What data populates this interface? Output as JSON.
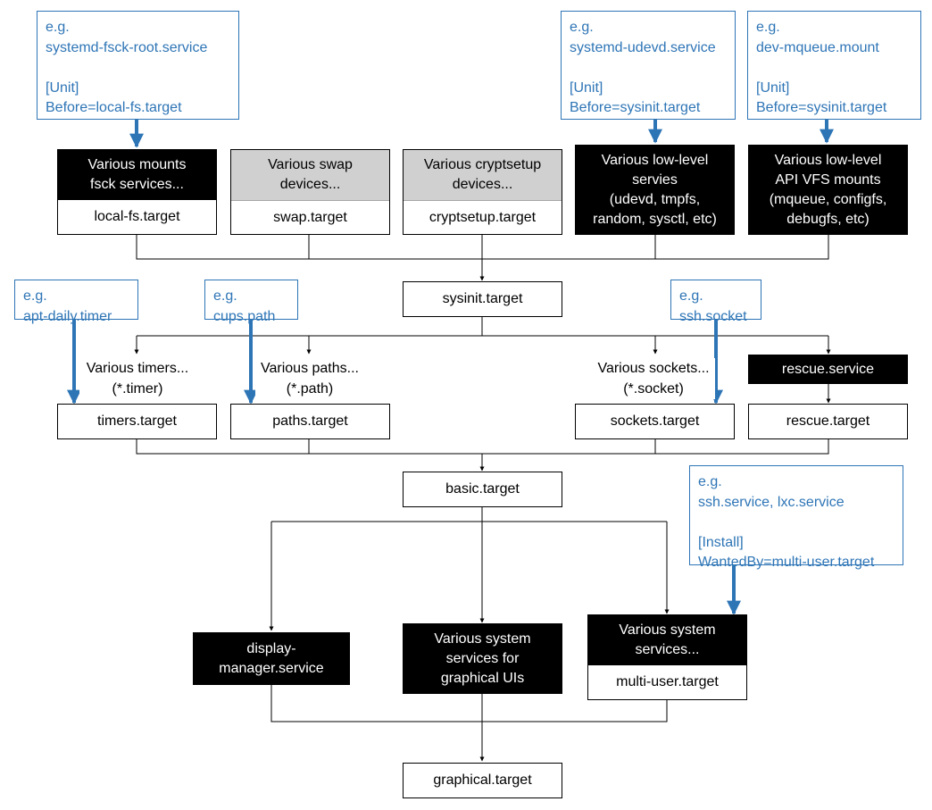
{
  "colors": {
    "accent": "#2e75b6",
    "dark": "#000000",
    "grey": "#d0d0d0"
  },
  "notes": {
    "fsck": "e.g.\nsystemd-fsck-root.service\n\n[Unit]\nBefore=local-fs.target",
    "udevd": "e.g.\nsystemd-udevd.service\n\n[Unit]\nBefore=sysinit.target",
    "mqueue": "e.g.\ndev-mqueue.mount\n\n[Unit]\nBefore=sysinit.target",
    "timer": "e.g.\napt-daily.timer",
    "cups": "e.g.\ncups.path",
    "ssh_socket": "e.g.\nssh.socket",
    "multiuser": "e.g.\nssh.service, lxc.service\n\n[Install]\nWantedBy=multi-user.target"
  },
  "row1": {
    "mounts_top": "Various mounts\nfsck services...",
    "localfs": "local-fs.target",
    "swap_top": "Various swap\ndevices...",
    "swap": "swap.target",
    "crypt_top": "Various cryptsetup\ndevices...",
    "crypt": "cryptsetup.target",
    "lowlevel": "Various low-level\nservies\n(udevd, tmpfs,\nrandom, sysctl, etc)",
    "apivfs": "Various low-level\nAPI VFS mounts\n(mqueue, configfs,\ndebugfs, etc)"
  },
  "sysinit": "sysinit.target",
  "row2": {
    "timers_label": "Various timers...\n(*.timer)",
    "timers": "timers.target",
    "paths_label": "Various paths...\n(*.path)",
    "paths": "paths.target",
    "sockets_label": "Various sockets...\n(*.socket)",
    "sockets": "sockets.target",
    "rescue_service": "rescue.service",
    "rescue": "rescue.target"
  },
  "basic": "basic.target",
  "row3": {
    "display_manager": "display-\nmanager.service",
    "graphical_services": "Various system\nservices for\ngraphical UIs",
    "system_services": "Various system\nservices...",
    "multiuser": "multi-user.target"
  },
  "graphical": "graphical.target"
}
